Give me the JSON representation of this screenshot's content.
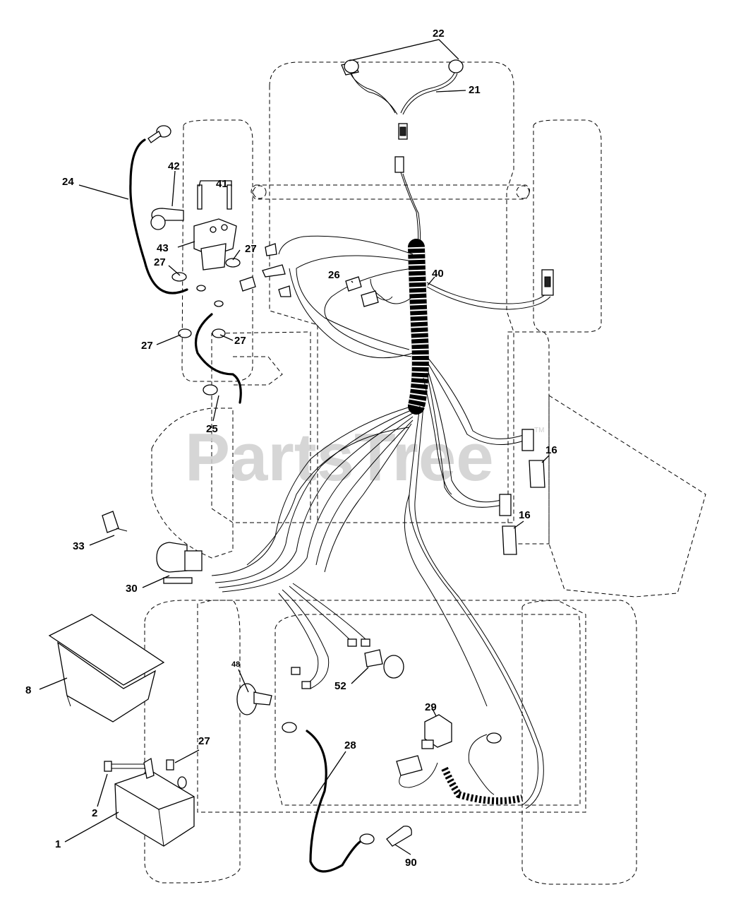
{
  "diagram": {
    "watermark": "PartsTree",
    "watermark_mark": "TM",
    "callouts": [
      {
        "id": "c22",
        "label": "22"
      },
      {
        "id": "c21",
        "label": "21"
      },
      {
        "id": "c24",
        "label": "24"
      },
      {
        "id": "c42",
        "label": "42"
      },
      {
        "id": "c41",
        "label": "41"
      },
      {
        "id": "c43",
        "label": "43"
      },
      {
        "id": "c27a",
        "label": "27"
      },
      {
        "id": "c27b",
        "label": "27"
      },
      {
        "id": "c27c",
        "label": "27"
      },
      {
        "id": "c27d",
        "label": "27"
      },
      {
        "id": "c27e",
        "label": "27"
      },
      {
        "id": "c26",
        "label": "26"
      },
      {
        "id": "c40",
        "label": "40"
      },
      {
        "id": "c25",
        "label": "25"
      },
      {
        "id": "c16a",
        "label": "16"
      },
      {
        "id": "c16b",
        "label": "16"
      },
      {
        "id": "c33",
        "label": "33"
      },
      {
        "id": "c30",
        "label": "30"
      },
      {
        "id": "c48",
        "label": "48"
      },
      {
        "id": "c52",
        "label": "52"
      },
      {
        "id": "c8",
        "label": "8"
      },
      {
        "id": "c29",
        "label": "29"
      },
      {
        "id": "c28",
        "label": "28"
      },
      {
        "id": "c2",
        "label": "2"
      },
      {
        "id": "c1",
        "label": "1"
      },
      {
        "id": "c90",
        "label": "90"
      }
    ]
  }
}
